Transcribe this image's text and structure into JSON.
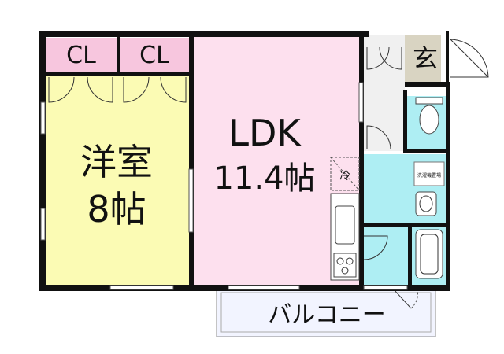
{
  "rooms": {
    "closet_left": {
      "label": "CL",
      "color": "#f7c6de"
    },
    "closet_right": {
      "label": "CL",
      "color": "#f7c6de"
    },
    "western_room": {
      "label_1": "洋室",
      "label_2": "8帖",
      "color": "#fbfbb4"
    },
    "ldk": {
      "label_1": "LDK",
      "label_2": "11.4帖",
      "color": "#fde0ee"
    },
    "entrance": {
      "label": "玄",
      "color": "#d9d4c2"
    },
    "hallway": {
      "color": "#f0f0f0"
    },
    "toilet": {
      "color": "#aeeef3"
    },
    "washroom": {
      "color": "#aeeef3",
      "laundry_label": "洗濯機置場"
    },
    "bathroom": {
      "color": "#aeeef3"
    },
    "balcony": {
      "label": "バルコニー",
      "color": "#f2f4ff"
    }
  },
  "fixtures": {
    "fridge_label": "冷"
  }
}
